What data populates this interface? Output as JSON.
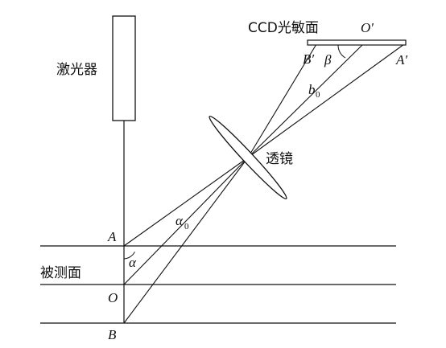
{
  "labels": {
    "laser": "激光器",
    "ccd": "CCD光敏面",
    "o_prime": "O′",
    "b_prime": "B′",
    "a_prime": "A′",
    "beta": "β",
    "b": "b",
    "b_sub": "0",
    "lens": "透镜",
    "a_point": "A",
    "alpha0": "α",
    "alpha0_sub": "0",
    "alpha": "α",
    "measured_surface": "被测面",
    "o_point": "O",
    "b_point": "B"
  }
}
